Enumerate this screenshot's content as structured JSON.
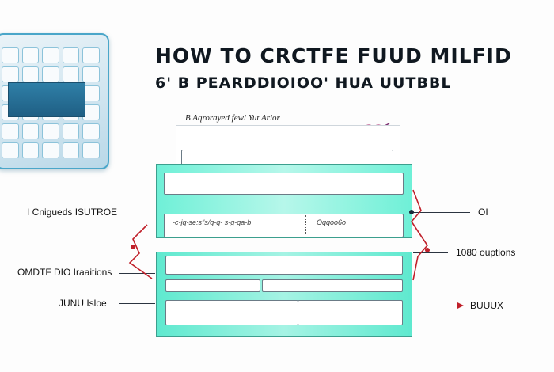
{
  "title": {
    "line1": "HOW TO CRCTFE FUUD MILFID",
    "line2": "6' B PEARDDIOIOO' HUA UUTBBL"
  },
  "form": {
    "top_label": "B Aqrorayed fewl Yut Arior",
    "row_text_left": "-c-jq-se:s\"s/q-q- s-g-ga-b",
    "row_text_right": "Oqqoo6o"
  },
  "callouts": {
    "left_top": "I Cnigueds ISUTROE",
    "left_mid": "OMDTF DIO Iraaitions",
    "left_bottom": "JUNU Isloe",
    "right_top": "OI",
    "right_mid": "1080 ouptions",
    "right_bottom": "BUUUX"
  },
  "colors": {
    "teal": "#6ff0d7",
    "keyboard_accent": "#4aa6c9",
    "arrow_red": "#c0202a"
  },
  "icons": [
    "keyboard-illustration",
    "heart-icon"
  ]
}
